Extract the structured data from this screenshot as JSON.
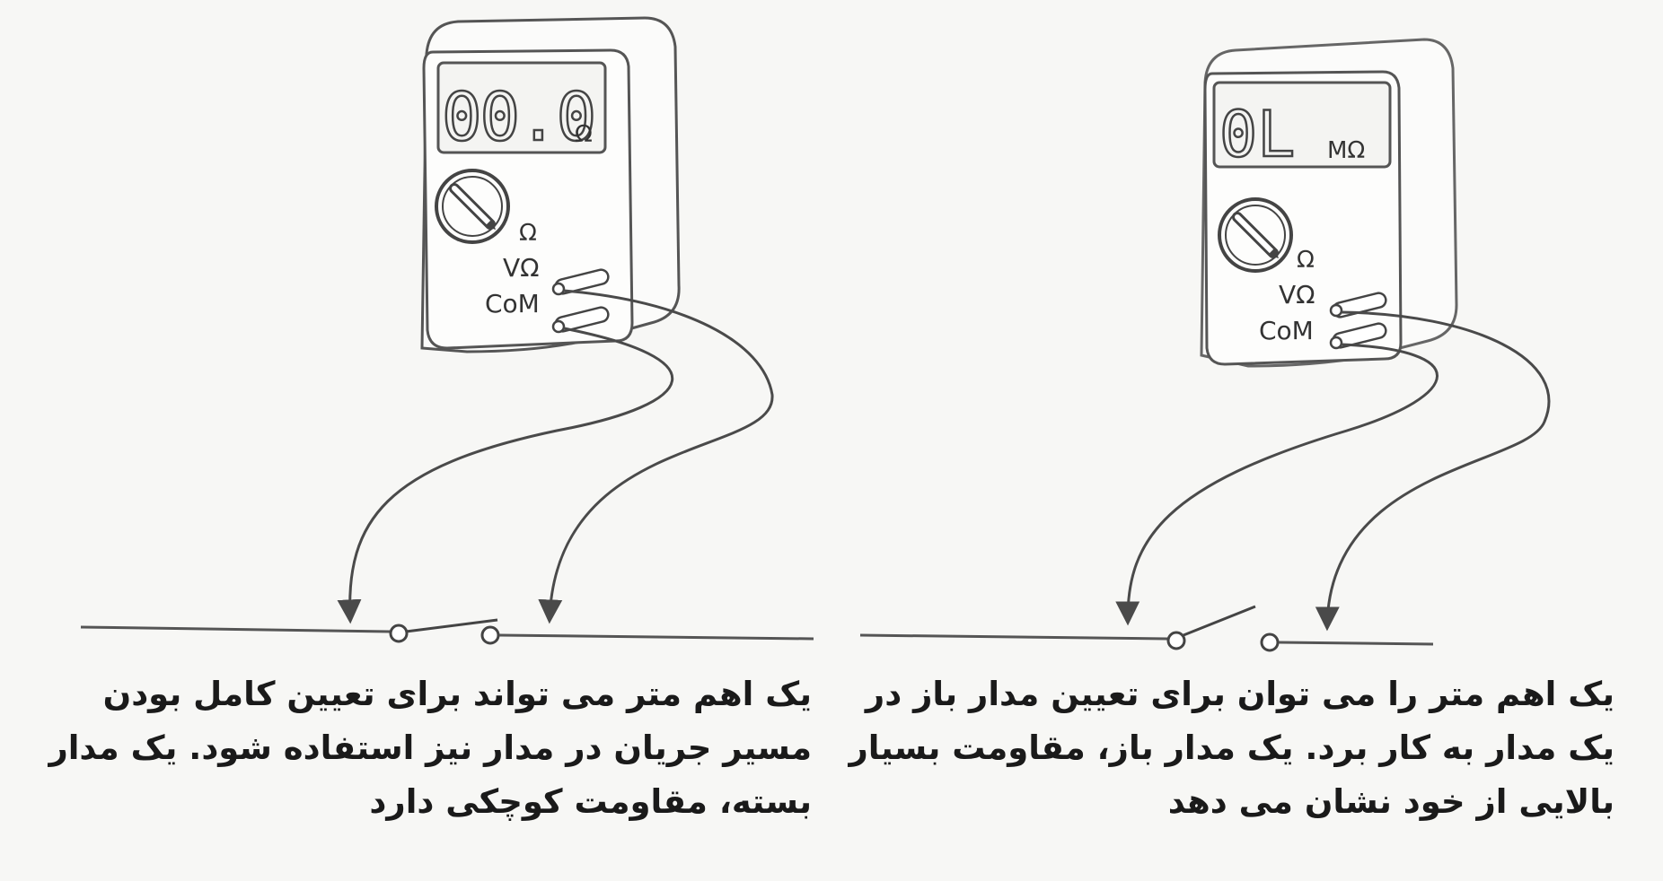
{
  "left_panel": {
    "display_reading": "00.0",
    "display_unit": "Ω",
    "dial_label": "Ω",
    "jack_label_top": "VΩ",
    "jack_label_bottom": "CoM",
    "caption_lines": [
      "یک اهم متر می تواند برای تعیین کامل بودن",
      "مسیر جریان در مدار نیز استفاده شود. یک مدار",
      "بسته، مقاومت کوچکی دارد"
    ]
  },
  "right_panel": {
    "display_reading": "0L",
    "display_unit": "MΩ",
    "dial_label": "Ω",
    "jack_label_top": "VΩ",
    "jack_label_bottom": "CoM",
    "caption_lines": [
      "یک اهم متر را می توان برای تعیین مدار باز در",
      "یک مدار به کار برد. یک مدار باز، مقاومت بسیار",
      "بالایی از خود نشان می دهد"
    ]
  }
}
